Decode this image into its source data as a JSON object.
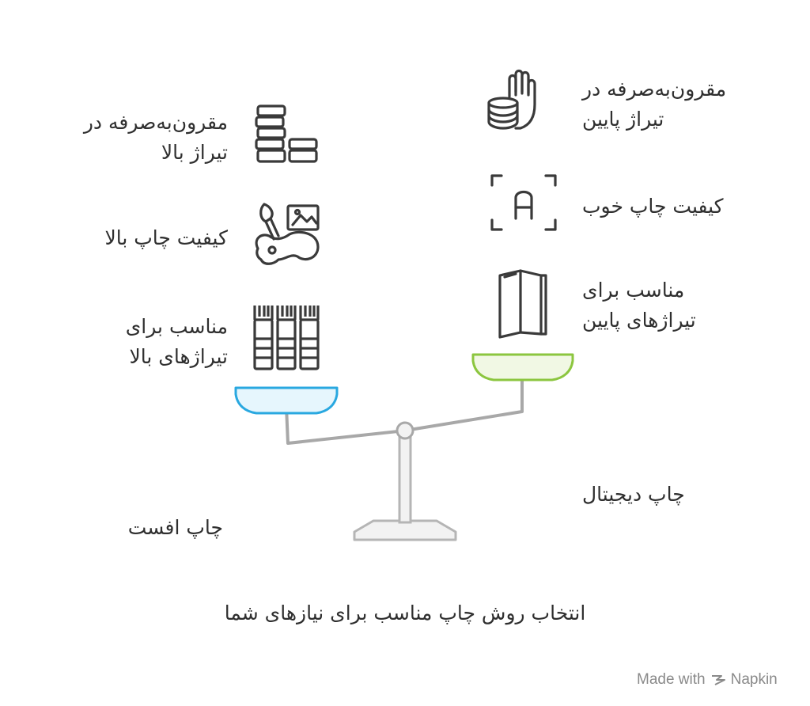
{
  "left": {
    "items": [
      {
        "icon": "coin-stack-icon",
        "label": "مقرون‌به‌صرفه در\nتیراژ بالا"
      },
      {
        "icon": "paint-brush-image-icon",
        "label": "کیفیت چاپ بالا"
      },
      {
        "icon": "books-icon",
        "label": "مناسب برای\nتیراژهای بالا"
      }
    ],
    "title": "چاپ افست",
    "pan_color": "#29a8e0"
  },
  "right": {
    "items": [
      {
        "icon": "hand-coins-icon",
        "label": "مقرون‌به‌صرفه در\nتیراژ پایین"
      },
      {
        "icon": "text-scan-icon",
        "label": "کیفیت چاپ خوب"
      },
      {
        "icon": "book-icon",
        "label": "مناسب برای\nتیراژهای پایین"
      }
    ],
    "title": "چاپ دیجیتال",
    "pan_color": "#8cc63f"
  },
  "caption": "انتخاب روش چاپ مناسب برای نیازهای شما",
  "footer": {
    "made_with": "Made with",
    "brand": "Napkin"
  }
}
